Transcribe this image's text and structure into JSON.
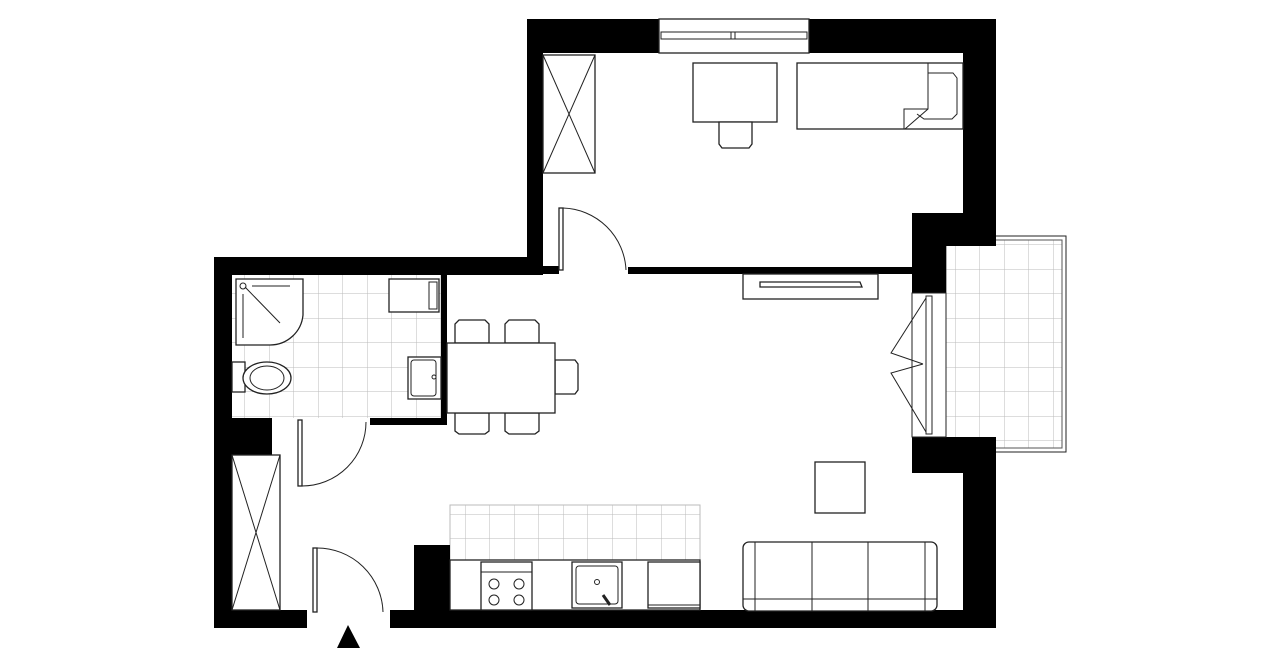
{
  "plan": {
    "colors": {
      "wall": "#000000",
      "furniture_stroke": "#222222",
      "tile_grid": "#bbbbbb",
      "background": "#ffffff"
    },
    "rooms": [
      "bedroom",
      "living-room",
      "bathroom",
      "hallway",
      "kitchen",
      "balcony"
    ],
    "entrance_marker": "triangle-up-icon"
  }
}
